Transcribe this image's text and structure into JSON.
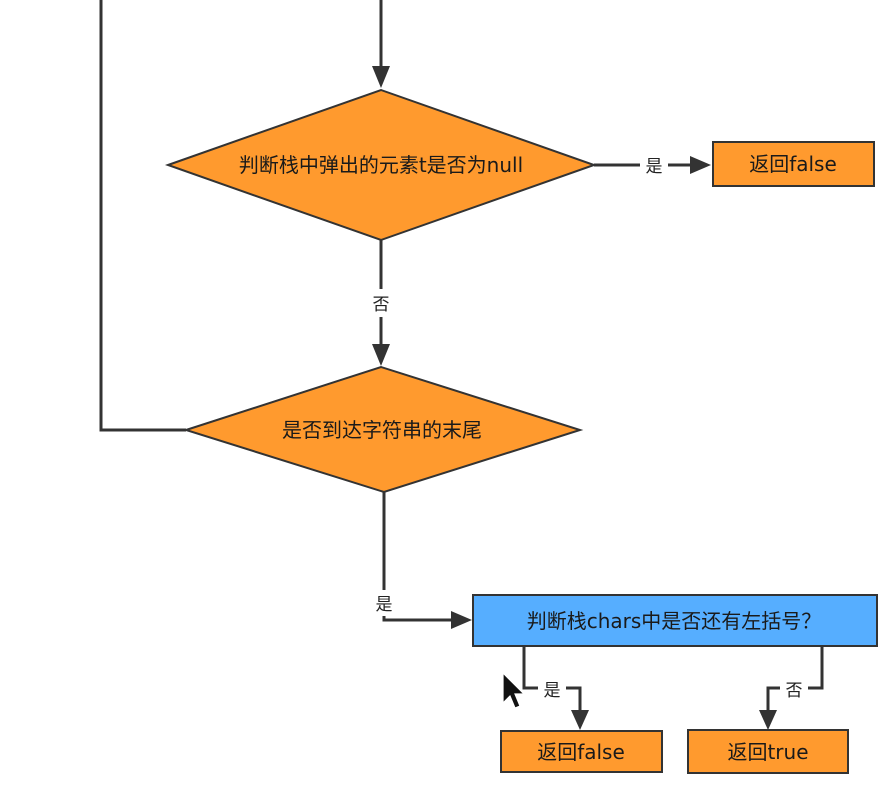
{
  "diagram": {
    "nodes": {
      "decision_pop_null": "判断栈中弹出的元素t是否为null",
      "return_false_top": "返回false",
      "decision_end_of_string": "是否到达字符串的末尾",
      "process_left_bracket": "判断栈chars中是否还有左括号？",
      "return_false_bottom": "返回false",
      "return_true": "返回true"
    },
    "edge_labels": {
      "null_yes": "是",
      "null_no": "否",
      "end_yes": "是",
      "bracket_yes": "是",
      "bracket_no": "否"
    }
  },
  "colors": {
    "decision_fill": "#FF9A2E",
    "terminal_fill": "#FF9A2E",
    "process_fill": "#56AEFF",
    "stroke": "#333333"
  }
}
